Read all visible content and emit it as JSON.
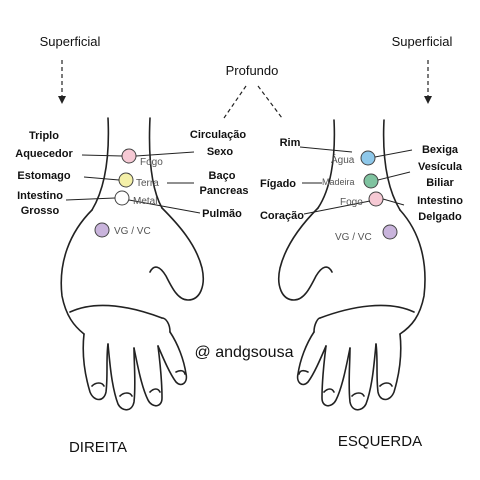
{
  "labels": {
    "superficial_left": "Superficial",
    "superficial_right": "Superficial",
    "profundo": "Profundo",
    "direita": "DIREITA",
    "esquerda": "ESQUERDA",
    "watermark": "@ andgsousa"
  },
  "right_hand": {
    "outer": [
      "Triplo",
      "Aquecedor",
      "Estomago",
      "Intestino",
      "Grosso"
    ],
    "inner": [
      "Circulação",
      "Sexo",
      "Baço",
      "Pancreas",
      "Pulmão"
    ],
    "pulse": [
      "Fogo",
      "Terra",
      "Metal",
      "VG / VC"
    ]
  },
  "left_hand": {
    "inner": [
      "Rim",
      "Fígado",
      "Coração"
    ],
    "outer": [
      "Bexiga",
      "Vesícula",
      "Biliar",
      "Intestino",
      "Delgado"
    ],
    "pulse": [
      "Água",
      "Madeira",
      "Fogo",
      "VG / VC"
    ]
  },
  "colors": {
    "fire": "#f6c9d4",
    "earth": "#f4f0a8",
    "metal": "#ffffff",
    "water": "#8ec8ea",
    "wood": "#7fc3a0",
    "vessel": "#c9b4dc",
    "ink": "#222222"
  }
}
